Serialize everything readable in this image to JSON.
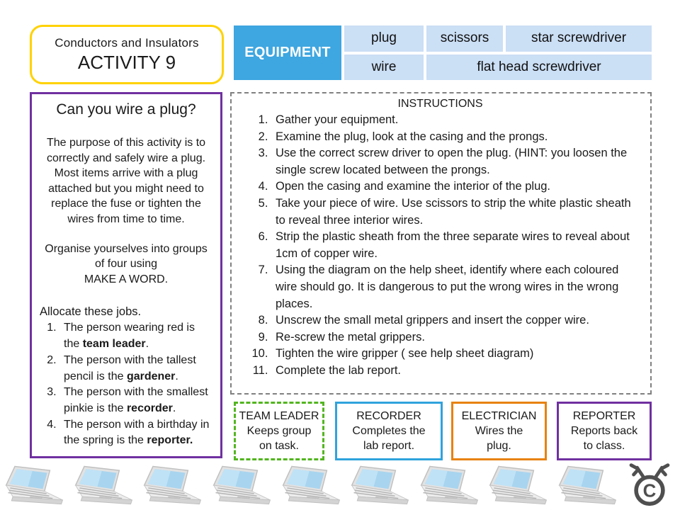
{
  "title_box": {
    "line1": "Conductors and Insulators",
    "line2": "ACTIVITY 9"
  },
  "equipment": {
    "header": "EQUIPMENT",
    "row1": [
      "plug",
      "scissors",
      "star screwdriver"
    ],
    "row2": [
      "wire",
      "flat head screwdriver"
    ]
  },
  "left_panel": {
    "heading": "Can you wire a plug?",
    "para1": "The purpose of this activity is to correctly and safely wire a plug. Most items arrive with a plug attached but you might need to replace the fuse or tighten the wires from time to time.",
    "para2": "Organise yourselves into groups of four using\nMAKE A WORD.",
    "jobs_intro": "Allocate these jobs.",
    "jobs": [
      {
        "pre": "The person wearing red is the ",
        "bold": "team leader",
        "post": "."
      },
      {
        "pre": "The person with the tallest pencil is the ",
        "bold": "gardener",
        "post": "."
      },
      {
        "pre": "The person with the smallest pinkie is the ",
        "bold": "recorder",
        "post": "."
      },
      {
        "pre": "The person with a birthday in the spring is the ",
        "bold": "reporter.",
        "post": ""
      }
    ]
  },
  "instructions": {
    "heading": "INSTRUCTIONS",
    "items": [
      "Gather your equipment.",
      "Examine the plug, look at the casing and the prongs.",
      "Use the correct screw driver to open the plug. (HINT: you loosen the single screw located between the prongs.",
      "Open the casing and examine the interior of the plug.",
      "Take your piece of wire. Use scissors to strip the white plastic sheath to reveal three interior wires.",
      "Strip the plastic sheath from the three separate wires to reveal about 1cm of copper wire.",
      "Using the diagram on the help sheet, identify where each coloured wire should go. It is dangerous to put the wrong wires in the wrong places.",
      "Unscrew the small metal grippers and insert the copper wire.",
      "Re-screw the metal grippers.",
      "Tighten the wire gripper ( see help sheet diagram)",
      "Complete the lab report."
    ]
  },
  "roles": [
    {
      "title": "TEAM LEADER",
      "desc": "Keeps group\non task."
    },
    {
      "title": "RECORDER",
      "desc": "Completes the\nlab report."
    },
    {
      "title": "ELECTRICIAN",
      "desc": "Wires the\nplug."
    },
    {
      "title": "REPORTER",
      "desc": "Reports back\nto class."
    }
  ],
  "footer": {
    "laptop_count": 9,
    "logo_name": "copyright-moose"
  },
  "colors": {
    "title_border": "#FFD200",
    "equipment_header_bg": "#3EA6E0",
    "equipment_cell_bg": "#CBDFF5",
    "left_panel_border": "#7030A0",
    "instructions_border": "#808080",
    "team_leader_border": "#52B51F",
    "recorder_border": "#2FA3DC",
    "electrician_border": "#E8820D",
    "reporter_border": "#7030A0",
    "laptop_screen": "#A8D4EF",
    "logo_gray": "#4F4F4F"
  }
}
